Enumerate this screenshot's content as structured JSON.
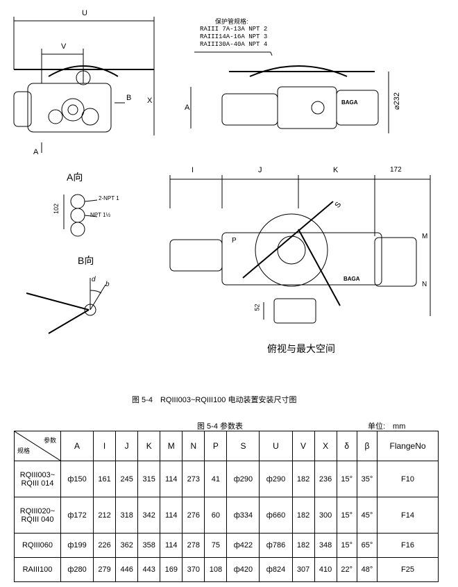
{
  "drawing": {
    "front_labels": {
      "U": "U",
      "V": "V",
      "X": "X",
      "B": "B",
      "A": "A"
    },
    "conduit_title": "保护管规格:",
    "conduit_specs": [
      "RAIII 7A-13A NPT 2",
      "RAIII14A-16A NPT 3",
      "RAIII30A-40A NPT 4"
    ],
    "side_labels": {
      "A": "A",
      "dia": "⌀232",
      "logo": "BAGA"
    },
    "view_a": {
      "title": "A向",
      "dim": "102",
      "port1": "2-NPT 1",
      "port2": "NPT 1½"
    },
    "view_b": {
      "title": "B向",
      "d": "d",
      "b": "b"
    },
    "top_labels": {
      "I": "I",
      "J": "J",
      "K": "K",
      "dim172": "172",
      "S": "S",
      "P": "P",
      "M": "M",
      "N": "N",
      "dim52": "52"
    },
    "top_caption": "俯视与最大空间"
  },
  "figure_caption": "图 5-4　RQIII003~RQIII100 电动装置安装尺寸图",
  "table": {
    "title": "图 5-4 参数表",
    "unit": "单位:　mm",
    "corner_top": "参数",
    "corner_bottom": "规格",
    "headers": [
      "A",
      "I",
      "J",
      "K",
      "M",
      "N",
      "P",
      "S",
      "U",
      "V",
      "X",
      "δ",
      "β",
      "FlangeNo"
    ],
    "rows": [
      {
        "model": "RQIII003~ RQIII 014",
        "cells": [
          "ф150",
          "161",
          "245",
          "315",
          "114",
          "273",
          "41",
          "ф290",
          "ф290",
          "182",
          "236",
          "15°",
          "35°",
          "F10"
        ]
      },
      {
        "model": "RQIII020~ RQIII 040",
        "cells": [
          "ф172",
          "212",
          "318",
          "342",
          "114",
          "276",
          "60",
          "ф334",
          "ф660",
          "182",
          "300",
          "15°",
          "45°",
          "F14"
        ]
      },
      {
        "model": "RQIII060",
        "cells": [
          "ф199",
          "226",
          "362",
          "358",
          "114",
          "278",
          "75",
          "ф422",
          "ф786",
          "182",
          "348",
          "15°",
          "65°",
          "F16"
        ]
      },
      {
        "model": "RAIII100",
        "cells": [
          "ф280",
          "279",
          "446",
          "443",
          "169",
          "370",
          "108",
          "ф420",
          "ф824",
          "307",
          "410",
          "22°",
          "48°",
          "F25"
        ]
      }
    ]
  }
}
